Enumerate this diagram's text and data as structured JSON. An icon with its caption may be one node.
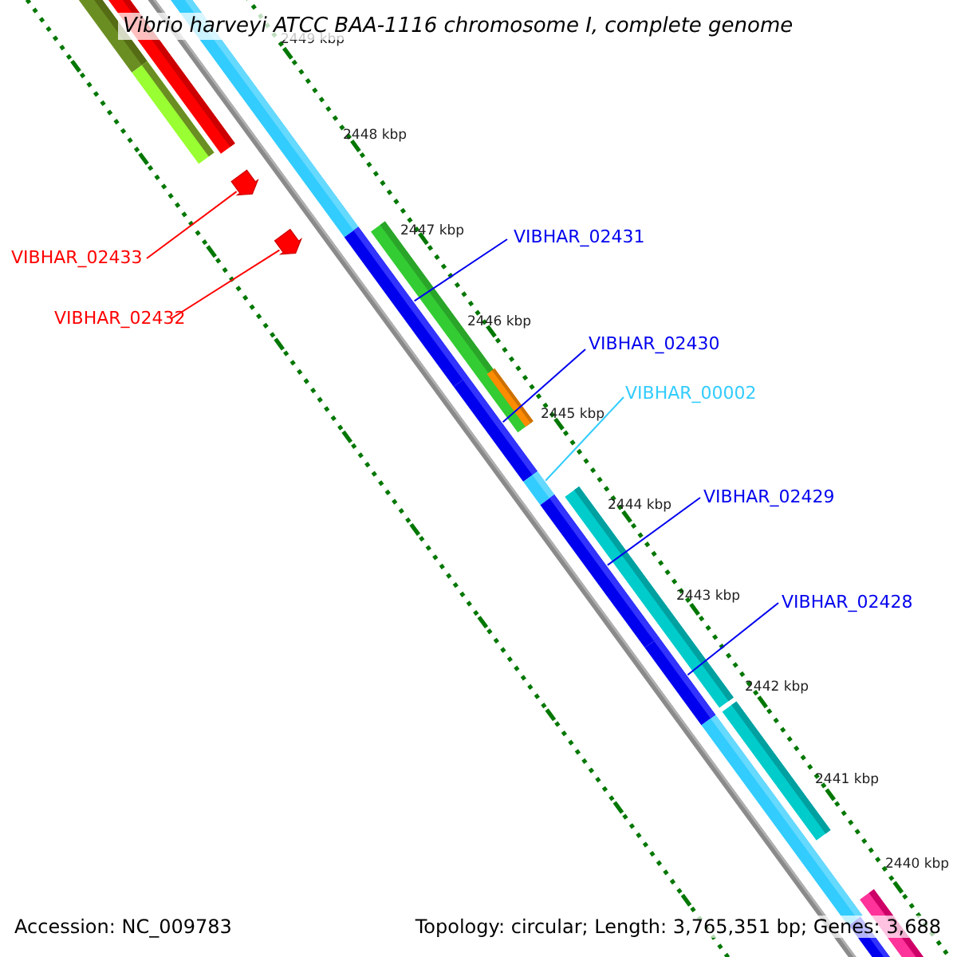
{
  "diagram": {
    "title": "Vibrio harveyi ATCC BAA-1116 chromosome I, complete genome",
    "nodes": [
      {
        "text": [
          "VIBHAR_02433"
        ]
      },
      {
        "text": [
          "VIBHAR_02432"
        ]
      },
      {
        "text": [
          "VIBHAR_02431"
        ]
      },
      {
        "text": [
          "VIBHAR_02430"
        ]
      },
      {
        "text": [
          "VIBHAR_00002"
        ]
      },
      {
        "text": [
          "VIBHAR_02429"
        ]
      },
      {
        "text": [
          "VIBHAR_02428"
        ]
      },
      {
        "text": [],
        "shape": "arrow"
      },
      {
        "text": [],
        "shape": "arrow"
      },
      {
        "text": [],
        "shape": "bar"
      },
      {
        "text": [],
        "shape": "bar"
      },
      {
        "text": [],
        "shape": "bar"
      },
      {
        "text": [],
        "shape": "bar"
      },
      {
        "text": [],
        "shape": "bar"
      }
    ],
    "edges": [
      {
        "from": 0,
        "to": 7,
        "arrow": "none",
        "color": "#ff0000"
      },
      {
        "from": 1,
        "to": 8,
        "arrow": "none",
        "color": "#ff0000"
      },
      {
        "from": 2,
        "to": 9,
        "arrow": "none"
      },
      {
        "from": 3,
        "to": 10,
        "arrow": "none"
      },
      {
        "from": 4,
        "to": 11,
        "arrow": "none",
        "color": "#33ccff"
      },
      {
        "from": 5,
        "to": 12,
        "arrow": "none"
      },
      {
        "from": 6,
        "to": 13,
        "arrow": "none"
      }
    ],
    "labels": [
      "2449 kbp",
      "2448 kbp",
      "2447 kbp",
      "2446 kbp",
      "2445 kbp",
      "2444 kbp",
      "2443 kbp",
      "2442 kbp",
      "2441 kbp",
      "2440 kbp",
      "Accession: NC_009783",
      "Topology: circular; Length: 3,765,351 bp; Genes: 3,688"
    ]
  }
}
